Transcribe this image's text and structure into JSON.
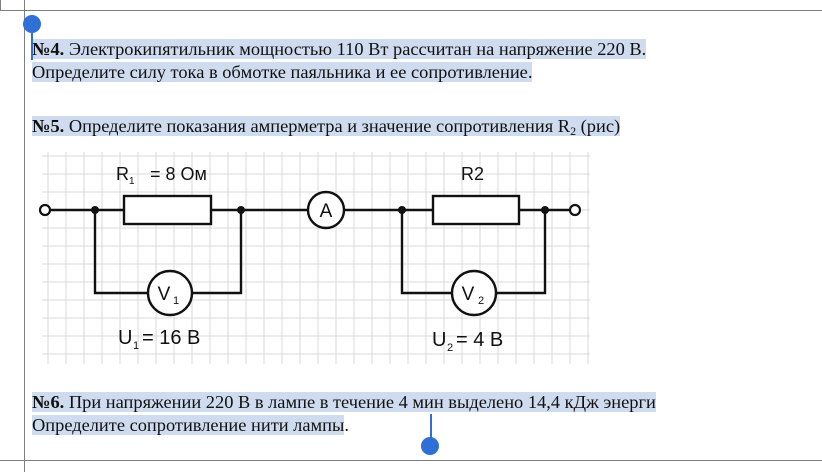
{
  "problems": [
    {
      "number": "№4.",
      "line1": " Электрокипятильник мощностью 110 Вт рассчитан на напряжение 220 В.",
      "line2": "Определите силу тока в обмотке паяльника и ее сопротивление."
    },
    {
      "number": "№5.",
      "text_before": " Определите показания амперметра и значение сопротивления R",
      "sub": "2",
      "text_after": " (рис)"
    },
    {
      "number": "№6.",
      "line1": " При напряжении 220 В в лампе в течение 4 мин выделено 14,4 кДж энерги",
      "line2": "Определите сопротивление нити лампы",
      "line2_end": "."
    }
  ],
  "circuit": {
    "r1_label": "R",
    "r1_sub": "1",
    "r1_value": "= 8 Ом",
    "r2_label": "R2",
    "ammeter_label": "A",
    "v1_label": "V",
    "v1_sub": "1",
    "v2_label": "V",
    "v2_sub": "2",
    "u1_label": "U",
    "u1_sub": "1",
    "u1_value": "= 16 В",
    "u2_label": "U",
    "u2_sub": "2",
    "u2_value": "= 4 В"
  },
  "colors": {
    "selection_highlight": "#cfdcef",
    "selection_handle": "#2f6fd6",
    "grid": "#d9d9d9"
  }
}
